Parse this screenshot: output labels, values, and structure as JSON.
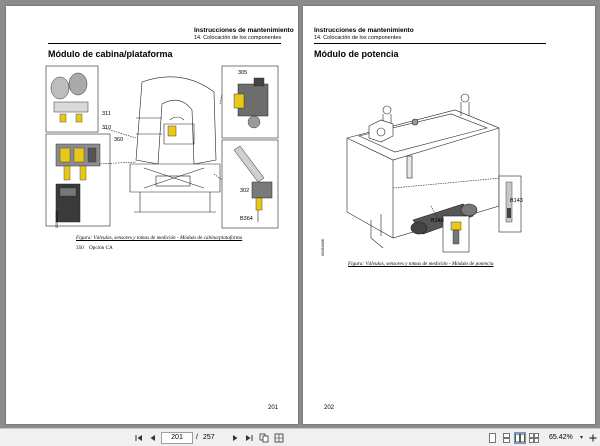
{
  "document": {
    "left_page": {
      "header_title": "Instrucciones de mantenimiento",
      "header_subtitle": "14. Colocación de los componentes",
      "section_title": "Módulo de cabina/plataforma",
      "callouts": [
        "305",
        "311",
        "310",
        "360",
        "302",
        "B364"
      ],
      "side_code": "00084686",
      "caption": "Figura: Válvulas, sensores y tomas de medición - Módulo de cabina/plataforma",
      "note_code": "350",
      "note_text": "Opción CA",
      "page_number": "201"
    },
    "right_page": {
      "header_title": "Instrucciones de mantenimiento",
      "header_subtitle": "14. Colocación de los componentes",
      "section_title": "Módulo de potencia",
      "callouts": [
        "B143",
        "B148"
      ],
      "side_code": "00084686",
      "caption": "Figura: Válvulas, sensores y tomas de medición - Módulo de potencia",
      "page_number": "202"
    }
  },
  "toolbar": {
    "current_page": "201",
    "separator": "/",
    "total_pages": "257",
    "zoom": "65.42%"
  },
  "icons": {
    "first_page": "first-page-icon",
    "prev_page": "prev-page-icon",
    "next_page": "next-page-icon",
    "last_page": "last-page-icon",
    "single_page": "single-page-view-icon",
    "continuous": "continuous-view-icon",
    "two_page": "two-page-view-icon",
    "two_page_continuous": "two-page-continuous-view-icon",
    "zoom_out": "zoom-out-icon",
    "zoom_in": "zoom-in-icon"
  },
  "colors": {
    "viewer_background": "#8c8c8c",
    "toolbar_background": "#f0f0f0",
    "component_yellow": "#e8c81a"
  }
}
